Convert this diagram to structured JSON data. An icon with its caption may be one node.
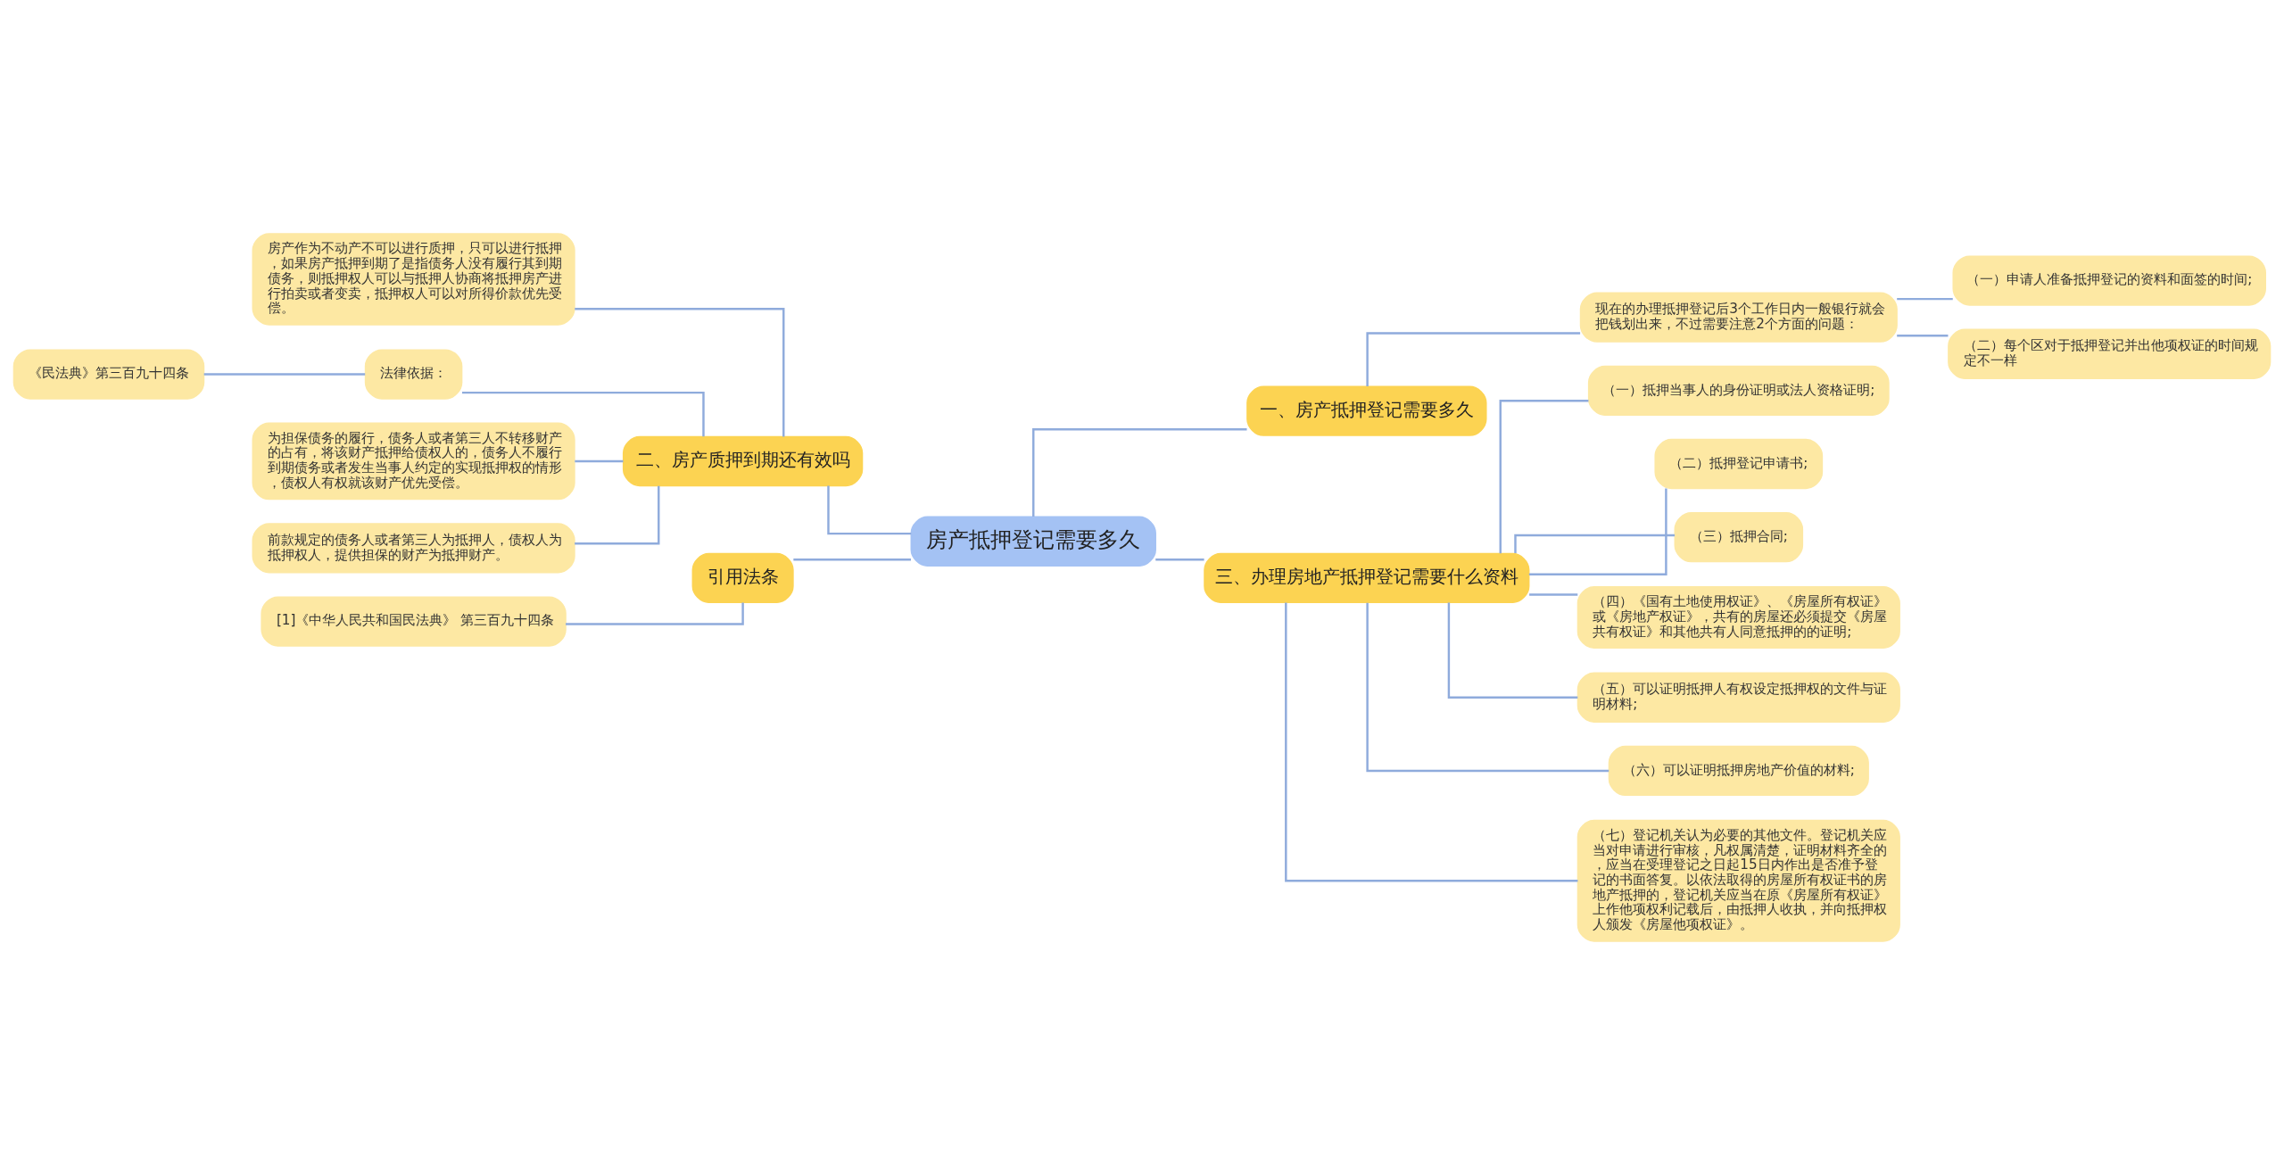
{
  "diagram": {
    "nodes": [
      {
        "text": [
          "房产抵押登记需要多久"
        ]
      },
      {
        "text": [
          "二、房产质押到期还有效吗"
        ]
      },
      {
        "text": [
          "房产作为不动产不可以进行质押，只可以进行抵押，如果房产抵押到期了是指债务人没有履行其到期债务，则抵押权人可以与抵押人协商将抵押房产进行拍卖或者变卖，抵押权人可以对所得价款优先受偿。"
        ]
      },
      {
        "text": [
          "法律依据："
        ]
      },
      {
        "text": [
          "《民法典》第三百九十四条"
        ]
      },
      {
        "text": [
          "为担保债务的履行，债务人或者第三人不转移财产的占有，将该财产抵押给债权人的，债务人不履行到期债务或者发生当事人约定的实现抵押权的情形，债权人有权就该财产优先受偿。"
        ]
      },
      {
        "text": [
          "前款规定的债务人或者第三人为抵押人，债权人为抵押权人，提供担保的财产为抵押财产。"
        ]
      },
      {
        "text": [
          "引用法条"
        ]
      },
      {
        "text": [
          "[1]《中华人民共和国民法典》 第三百九十四条"
        ]
      },
      {
        "text": [
          "一、房产抵押登记需要多久"
        ]
      },
      {
        "text": [
          "现在的办理抵押登记后3个工作日内一般银行就会把钱划出来，不过需要注意2个方面的问题："
        ]
      },
      {
        "text": [
          "（一）申请人准备抵押登记的资料和面签的时间;"
        ]
      },
      {
        "text": [
          "（二）每个区对于抵押登记并出他项权证的时间规定不一样"
        ]
      },
      {
        "text": [
          "三、办理房地产抵押登记需要什么资料"
        ]
      },
      {
        "text": [
          "（一）抵押当事人的身份证明或法人资格证明;"
        ]
      },
      {
        "text": [
          "（二）抵押登记申请书;"
        ]
      },
      {
        "text": [
          "（三）抵押合同;"
        ]
      },
      {
        "text": [
          "（四）《国有土地使用权证》、《房屋所有权证》或《房地产权证》，共有的房屋还必须提交《房屋共有权证》和其他共有人同意抵押的的证明;"
        ]
      },
      {
        "text": [
          "（五）可以证明抵押人有权设定抵押权的文件与证明材料;"
        ]
      },
      {
        "text": [
          "（六）可以证明抵押房地产价值的材料;"
        ]
      },
      {
        "text": [
          "（七）登记机关认为必要的其他文件。登记机关应当对申请进行审核，凡权属清楚，证明材料齐全的，应当在受理登记之日起15日内作出是否准予登记的书面答复。以依法取得的房屋所有权证书的房地产抵押的，登记机关应当在原《房屋所有权证》上作他项权利记载后，由抵押人收执，并向抵押权人颁发《房屋他项权证》。"
        ]
      }
    ],
    "edges": [
      {
        "from": 0,
        "to": 1,
        "arrow": "none"
      },
      {
        "from": 1,
        "to": 2,
        "arrow": "none"
      },
      {
        "from": 1,
        "to": 3,
        "arrow": "none"
      },
      {
        "from": 3,
        "to": 4,
        "arrow": "none"
      },
      {
        "from": 1,
        "to": 5,
        "arrow": "none"
      },
      {
        "from": 1,
        "to": 6,
        "arrow": "none"
      },
      {
        "from": 0,
        "to": 7,
        "arrow": "none"
      },
      {
        "from": 7,
        "to": 8,
        "arrow": "none"
      },
      {
        "from": 0,
        "to": 9,
        "arrow": "none"
      },
      {
        "from": 9,
        "to": 10,
        "arrow": "none"
      },
      {
        "from": 10,
        "to": 11,
        "arrow": "none"
      },
      {
        "from": 10,
        "to": 12,
        "arrow": "none"
      },
      {
        "from": 0,
        "to": 13,
        "arrow": "none"
      },
      {
        "from": 13,
        "to": 14,
        "arrow": "none"
      },
      {
        "from": 13,
        "to": 15,
        "arrow": "none"
      },
      {
        "from": 13,
        "to": 16,
        "arrow": "none"
      },
      {
        "from": 13,
        "to": 17,
        "arrow": "none"
      },
      {
        "from": 13,
        "to": 18,
        "arrow": "none"
      },
      {
        "from": 13,
        "to": 19,
        "arrow": "none"
      },
      {
        "from": 13,
        "to": 20,
        "arrow": "none"
      }
    ]
  }
}
